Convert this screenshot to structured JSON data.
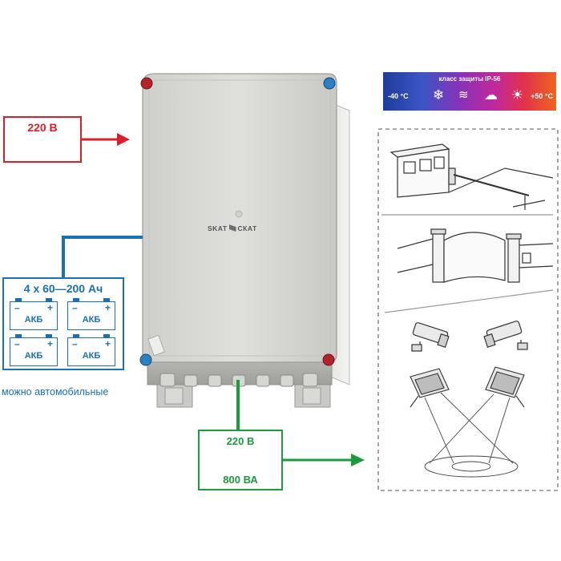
{
  "input": {
    "voltage": "220 В",
    "color": "#d7202a"
  },
  "battery": {
    "capacity": "4 x 60—200 Ач",
    "cells": [
      {
        "label": "АКБ",
        "minus": "–",
        "plus": "+"
      },
      {
        "label": "АКБ",
        "minus": "–",
        "plus": "+"
      },
      {
        "label": "АКБ",
        "minus": "–",
        "plus": "+"
      },
      {
        "label": "АКБ",
        "minus": "–",
        "plus": "+"
      }
    ],
    "note": "можно автомобильные",
    "color": "#1a6fb5"
  },
  "output": {
    "voltage": "220 В",
    "power": "800 ВА",
    "color": "#1a9b3c"
  },
  "protection": {
    "class": "класс защиты IP-56",
    "temp_min": "-40 °С",
    "temp_max": "+50 °С",
    "icons": [
      "snowflake-icon",
      "wind-icon",
      "rain-cloud-icon",
      "sun-icon"
    ]
  },
  "enclosure": {
    "logo_left": "SKAT",
    "logo_right": "СКАТ"
  }
}
